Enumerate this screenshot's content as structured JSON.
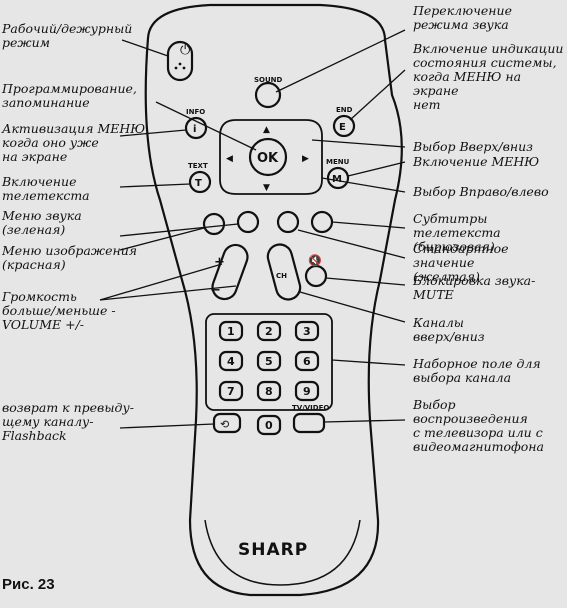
{
  "caption": "Рис. 23",
  "brand": "SHARP",
  "buttons": {
    "sound": "SOUND",
    "info": "INFO",
    "info_glyph": "i",
    "end": "END",
    "end_glyph": "E",
    "text": "TEXT",
    "text_glyph": "T",
    "menu": "MENU",
    "menu_glyph": "M",
    "ok": "OK",
    "ch": "CH",
    "plus": "+",
    "minus": "−",
    "tv_video": "TV/VIDEO",
    "digits": [
      "1",
      "2",
      "3",
      "4",
      "5",
      "6",
      "7",
      "8",
      "9",
      "0"
    ]
  },
  "labels_left": [
    "Рабочий/дежурный\nрежим",
    "Программирование,\nзапоминание",
    "Активизация МЕНЮ,\nкогда оно уже\nна экране",
    "Включение\nтелетекста",
    "Меню звука\n(зеленая)",
    "Меню изображения\n(красная)",
    "Громкость\nбольше/меньше -\nVOLUME +/-",
    "возврат к превыду-\nщему каналу-\nFlashback"
  ],
  "labels_right": [
    "Переключение\nрежима звука",
    "Включение индикации\nсостояния системы,\nкогда МЕНЮ на экране\nнет",
    "Выбор Вверх/вниз",
    "Включение МЕНЮ",
    "Выбор Вправо/влево",
    "Субтитры телетекста\n(бирюзовая)",
    "Стандартное значение\n(желтая)",
    "Блокировка звука-\nMUTE",
    "Каналы\nвверх/вниз",
    "Наборное поле для\nвыбора канала",
    "Выбор воспроизведения\nс телевизора или с\nвидеомагнитофона"
  ]
}
